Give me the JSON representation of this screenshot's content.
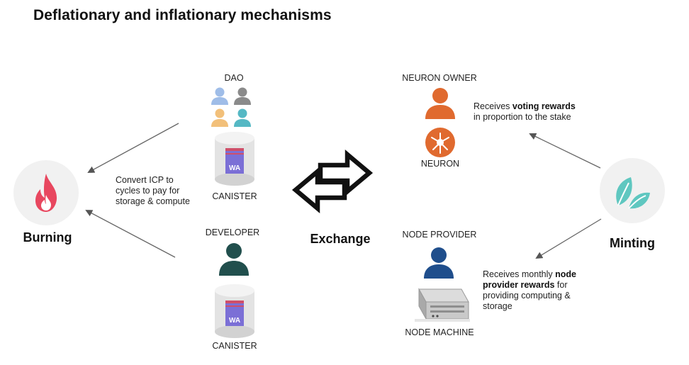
{
  "title": "Deflationary and inflationary mechanisms",
  "burning": {
    "label": "Burning",
    "icon": "flame-icon",
    "color": "#e8475f",
    "description_lines": [
      "Convert ICP to",
      "cycles to pay for",
      "storage & compute"
    ]
  },
  "dao": {
    "label": "DAO",
    "icon": "group-of-people-icon",
    "canister_label": "CANISTER",
    "canister_badge": "WA"
  },
  "developer": {
    "label": "DEVELOPER",
    "icon": "person-icon",
    "canister_label": "CANISTER",
    "canister_badge": "WA"
  },
  "exchange": {
    "label": "Exchange",
    "icon": "two-way-arrows-icon"
  },
  "neuron_owner": {
    "label": "NEURON OWNER",
    "icon": "person-icon",
    "color": "#e06a2f",
    "neuron_label": "NEURON",
    "description": {
      "pre": "Receives ",
      "bold": "voting rewards",
      "post": "in proportion to the stake"
    }
  },
  "node_provider": {
    "label": "NODE PROVIDER",
    "icon": "person-icon",
    "color": "#1f4e8c",
    "machine_label": "NODE MACHINE",
    "description": {
      "pre": "Receives monthly ",
      "bold1": "node",
      "bold2": "provider rewards",
      "post1": " for",
      "post2": "providing computing &",
      "post3": "storage"
    }
  },
  "minting": {
    "label": "Minting",
    "icon": "leaf-icon",
    "color": "#5fc7c0"
  }
}
